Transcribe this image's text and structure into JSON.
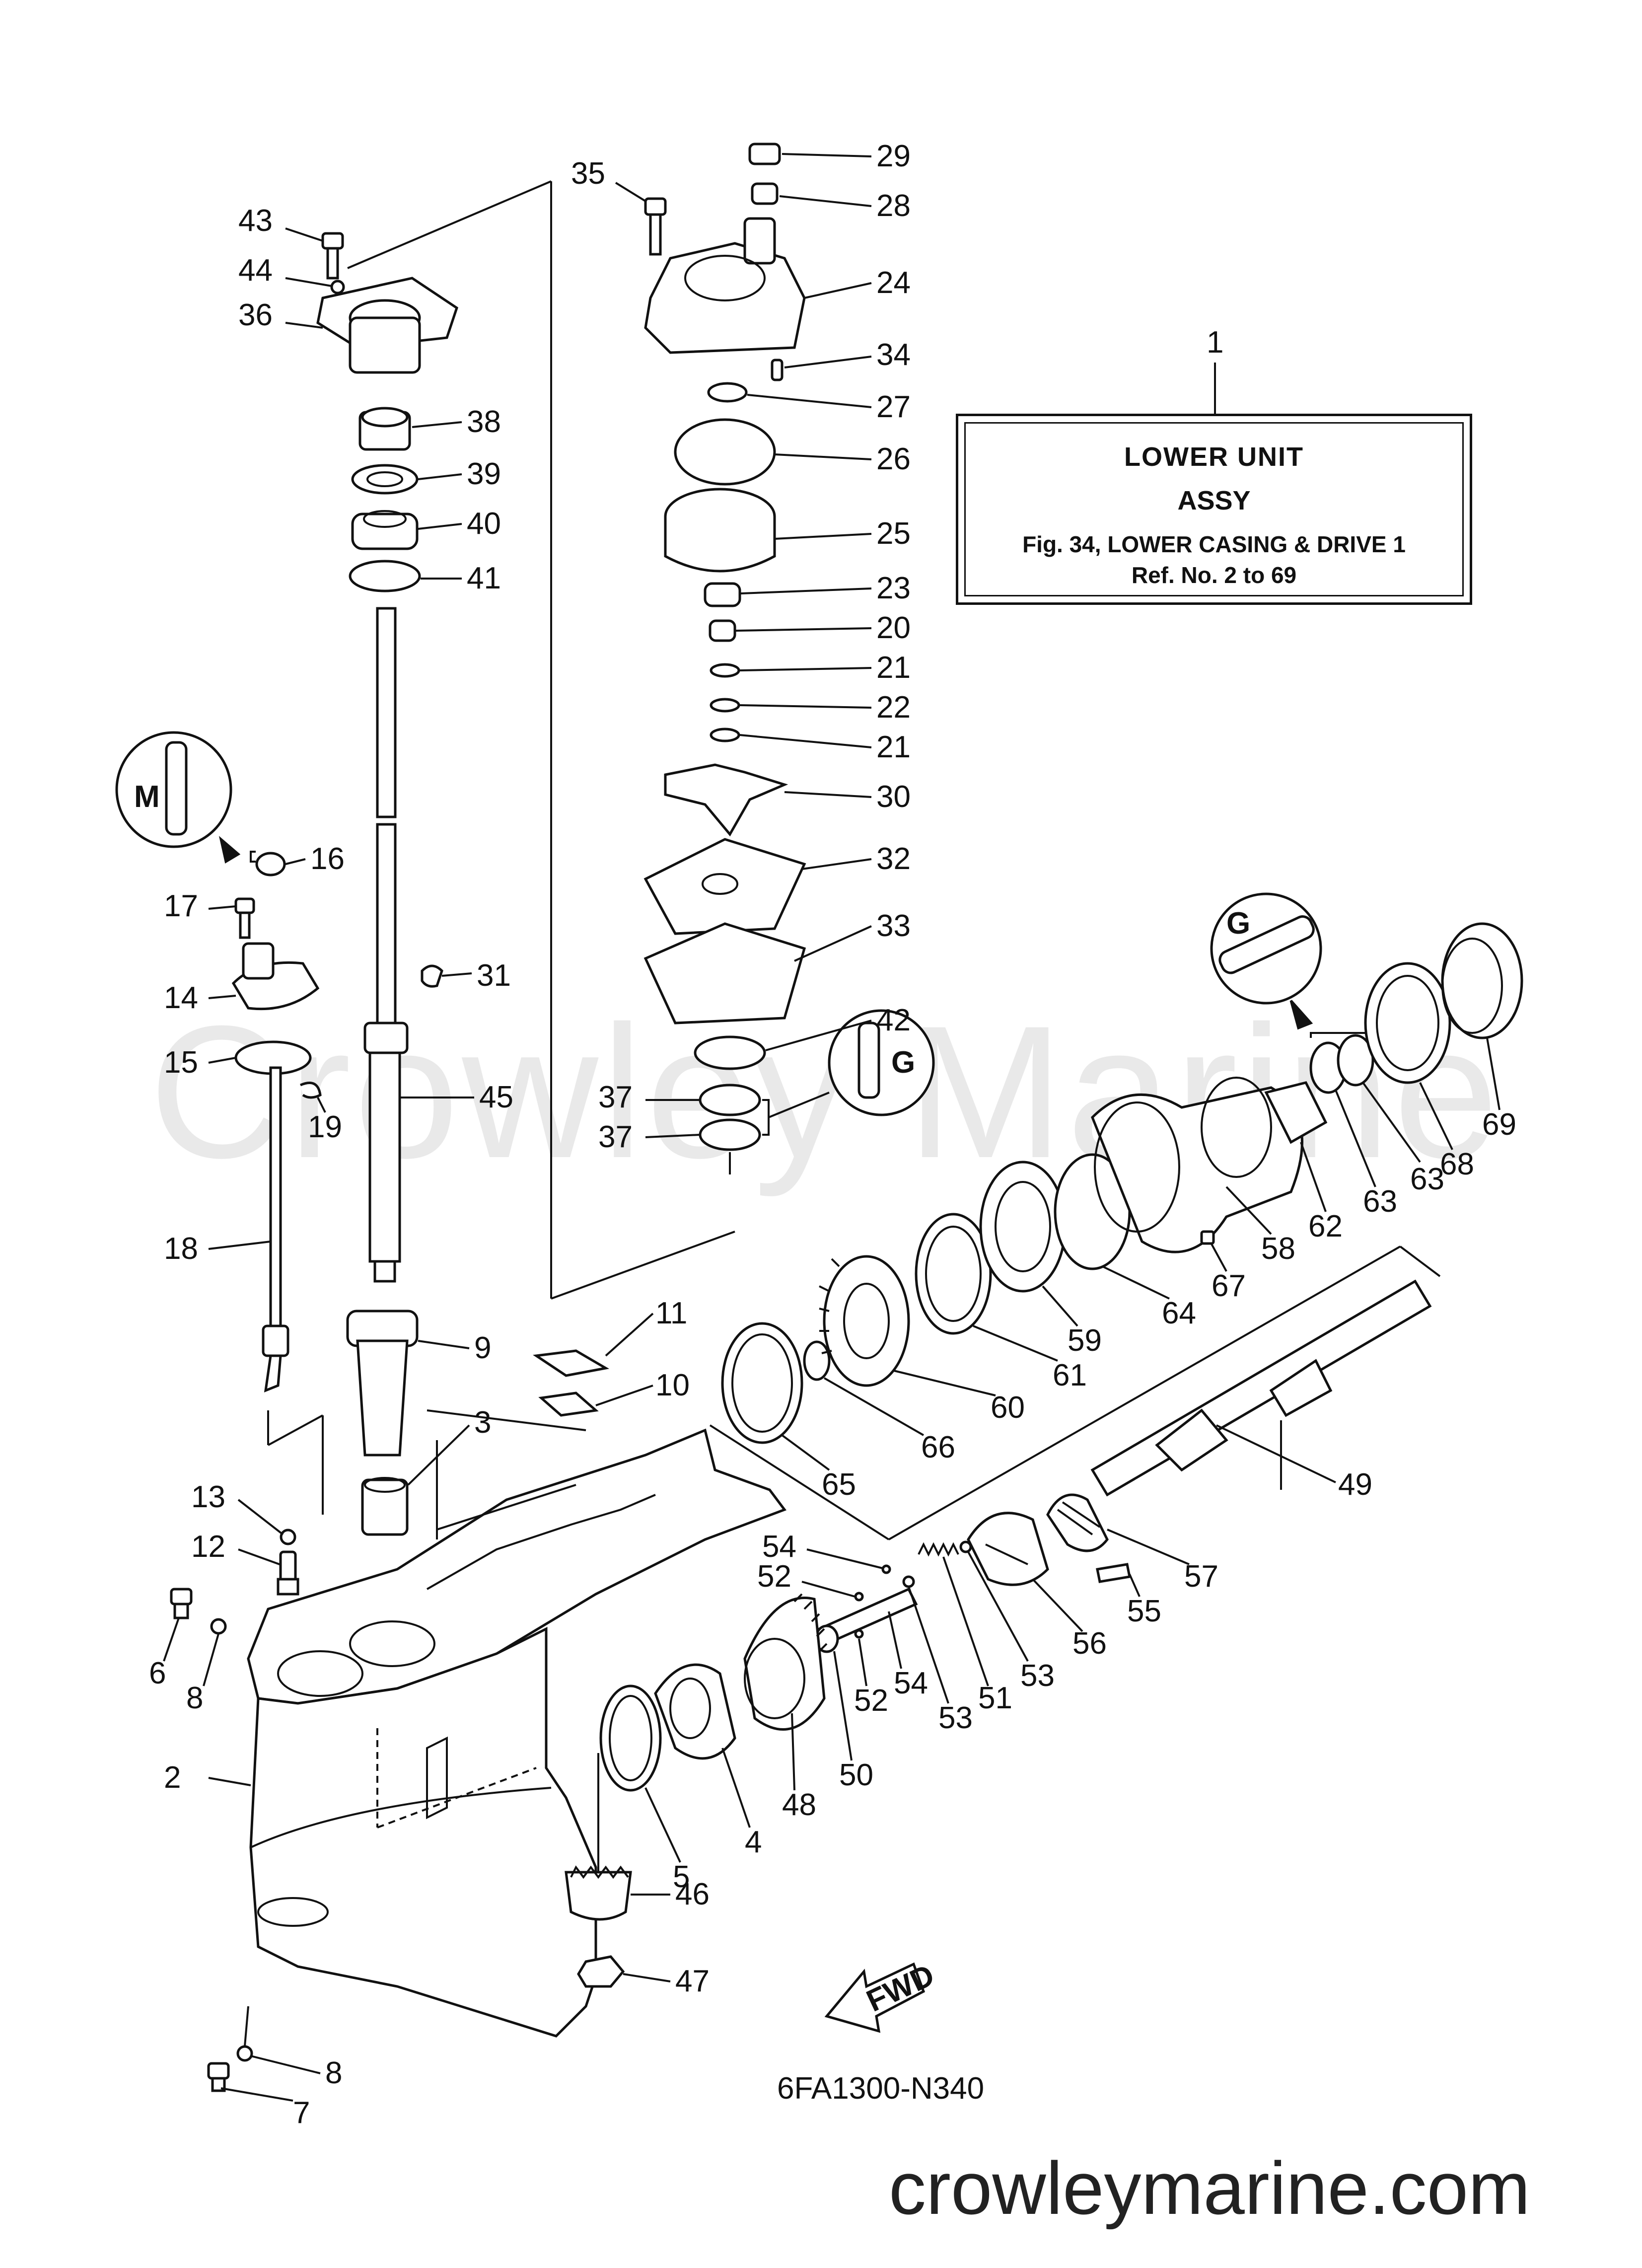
{
  "watermark": "Crowley Marine",
  "footer_url": "crowleymarine.com",
  "drawing_number": "6FA1300-N340",
  "info_box": {
    "ref_no": "1",
    "title": "LOWER UNIT",
    "subtitle": "ASSY",
    "figure": "Fig. 34, LOWER CASING & DRIVE 1",
    "ref_range": "Ref. No. 2 to 69"
  },
  "fwd_label": "FWD",
  "symbols": {
    "shaft_icon_16": "M",
    "shaft_icon_37": "G",
    "shaft_icon_63": "G"
  },
  "callouts": [
    "29",
    "28",
    "35",
    "24",
    "43",
    "44",
    "36",
    "34",
    "27",
    "38",
    "26",
    "39",
    "40",
    "25",
    "41",
    "23",
    "20",
    "21",
    "22",
    "21",
    "30",
    "32",
    "16",
    "17",
    "33",
    "14",
    "31",
    "42",
    "15",
    "37",
    "37",
    "45",
    "19",
    "18",
    "63",
    "62",
    "63",
    "68",
    "69",
    "58",
    "67",
    "64",
    "11",
    "59",
    "61",
    "9",
    "60",
    "10",
    "66",
    "65",
    "49",
    "3",
    "13",
    "12",
    "54",
    "52",
    "57",
    "55",
    "6",
    "8",
    "53",
    "56",
    "51",
    "54",
    "53",
    "52",
    "50",
    "48",
    "4",
    "2",
    "5",
    "46",
    "47",
    "8",
    "7"
  ]
}
